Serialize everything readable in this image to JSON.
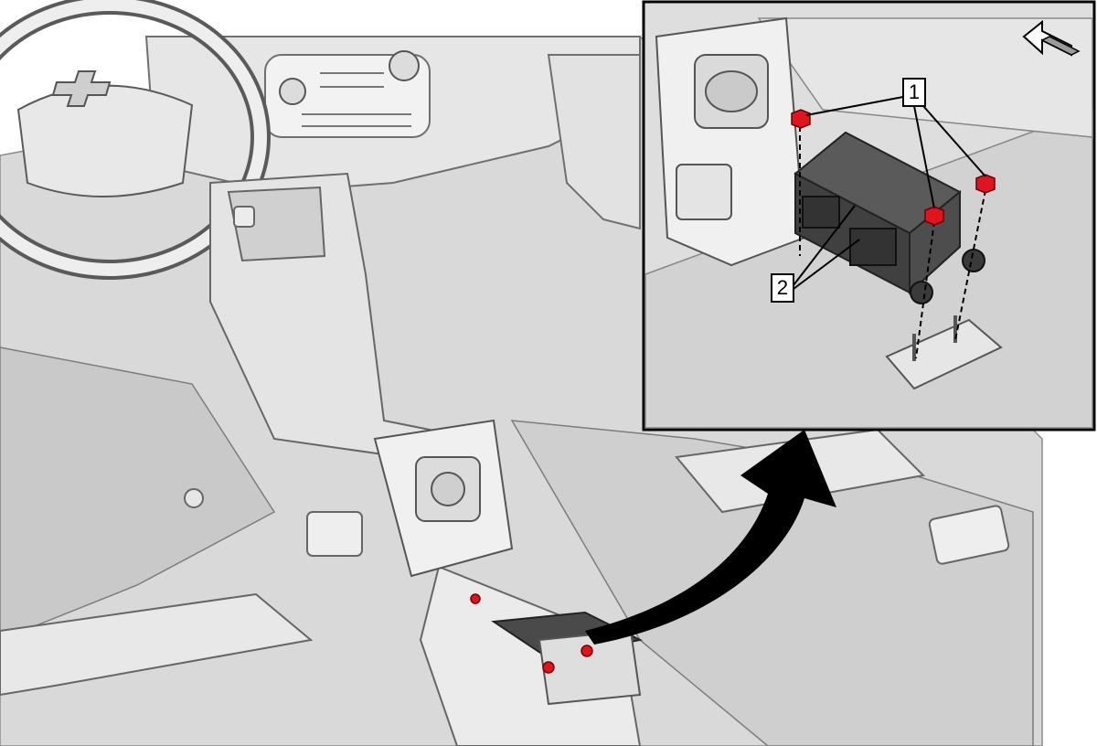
{
  "diagram": {
    "callouts": [
      {
        "id": "1",
        "label": "1"
      },
      {
        "id": "2",
        "label": "2"
      }
    ],
    "colors": {
      "fastener": "#e0141e",
      "module": "#4a4a4a",
      "floor": "#d4d4d4",
      "outline": "#000000"
    },
    "icons": {
      "logo": "chevrolet-bowtie-icon",
      "orientation": "front-direction-arrow-icon"
    }
  }
}
